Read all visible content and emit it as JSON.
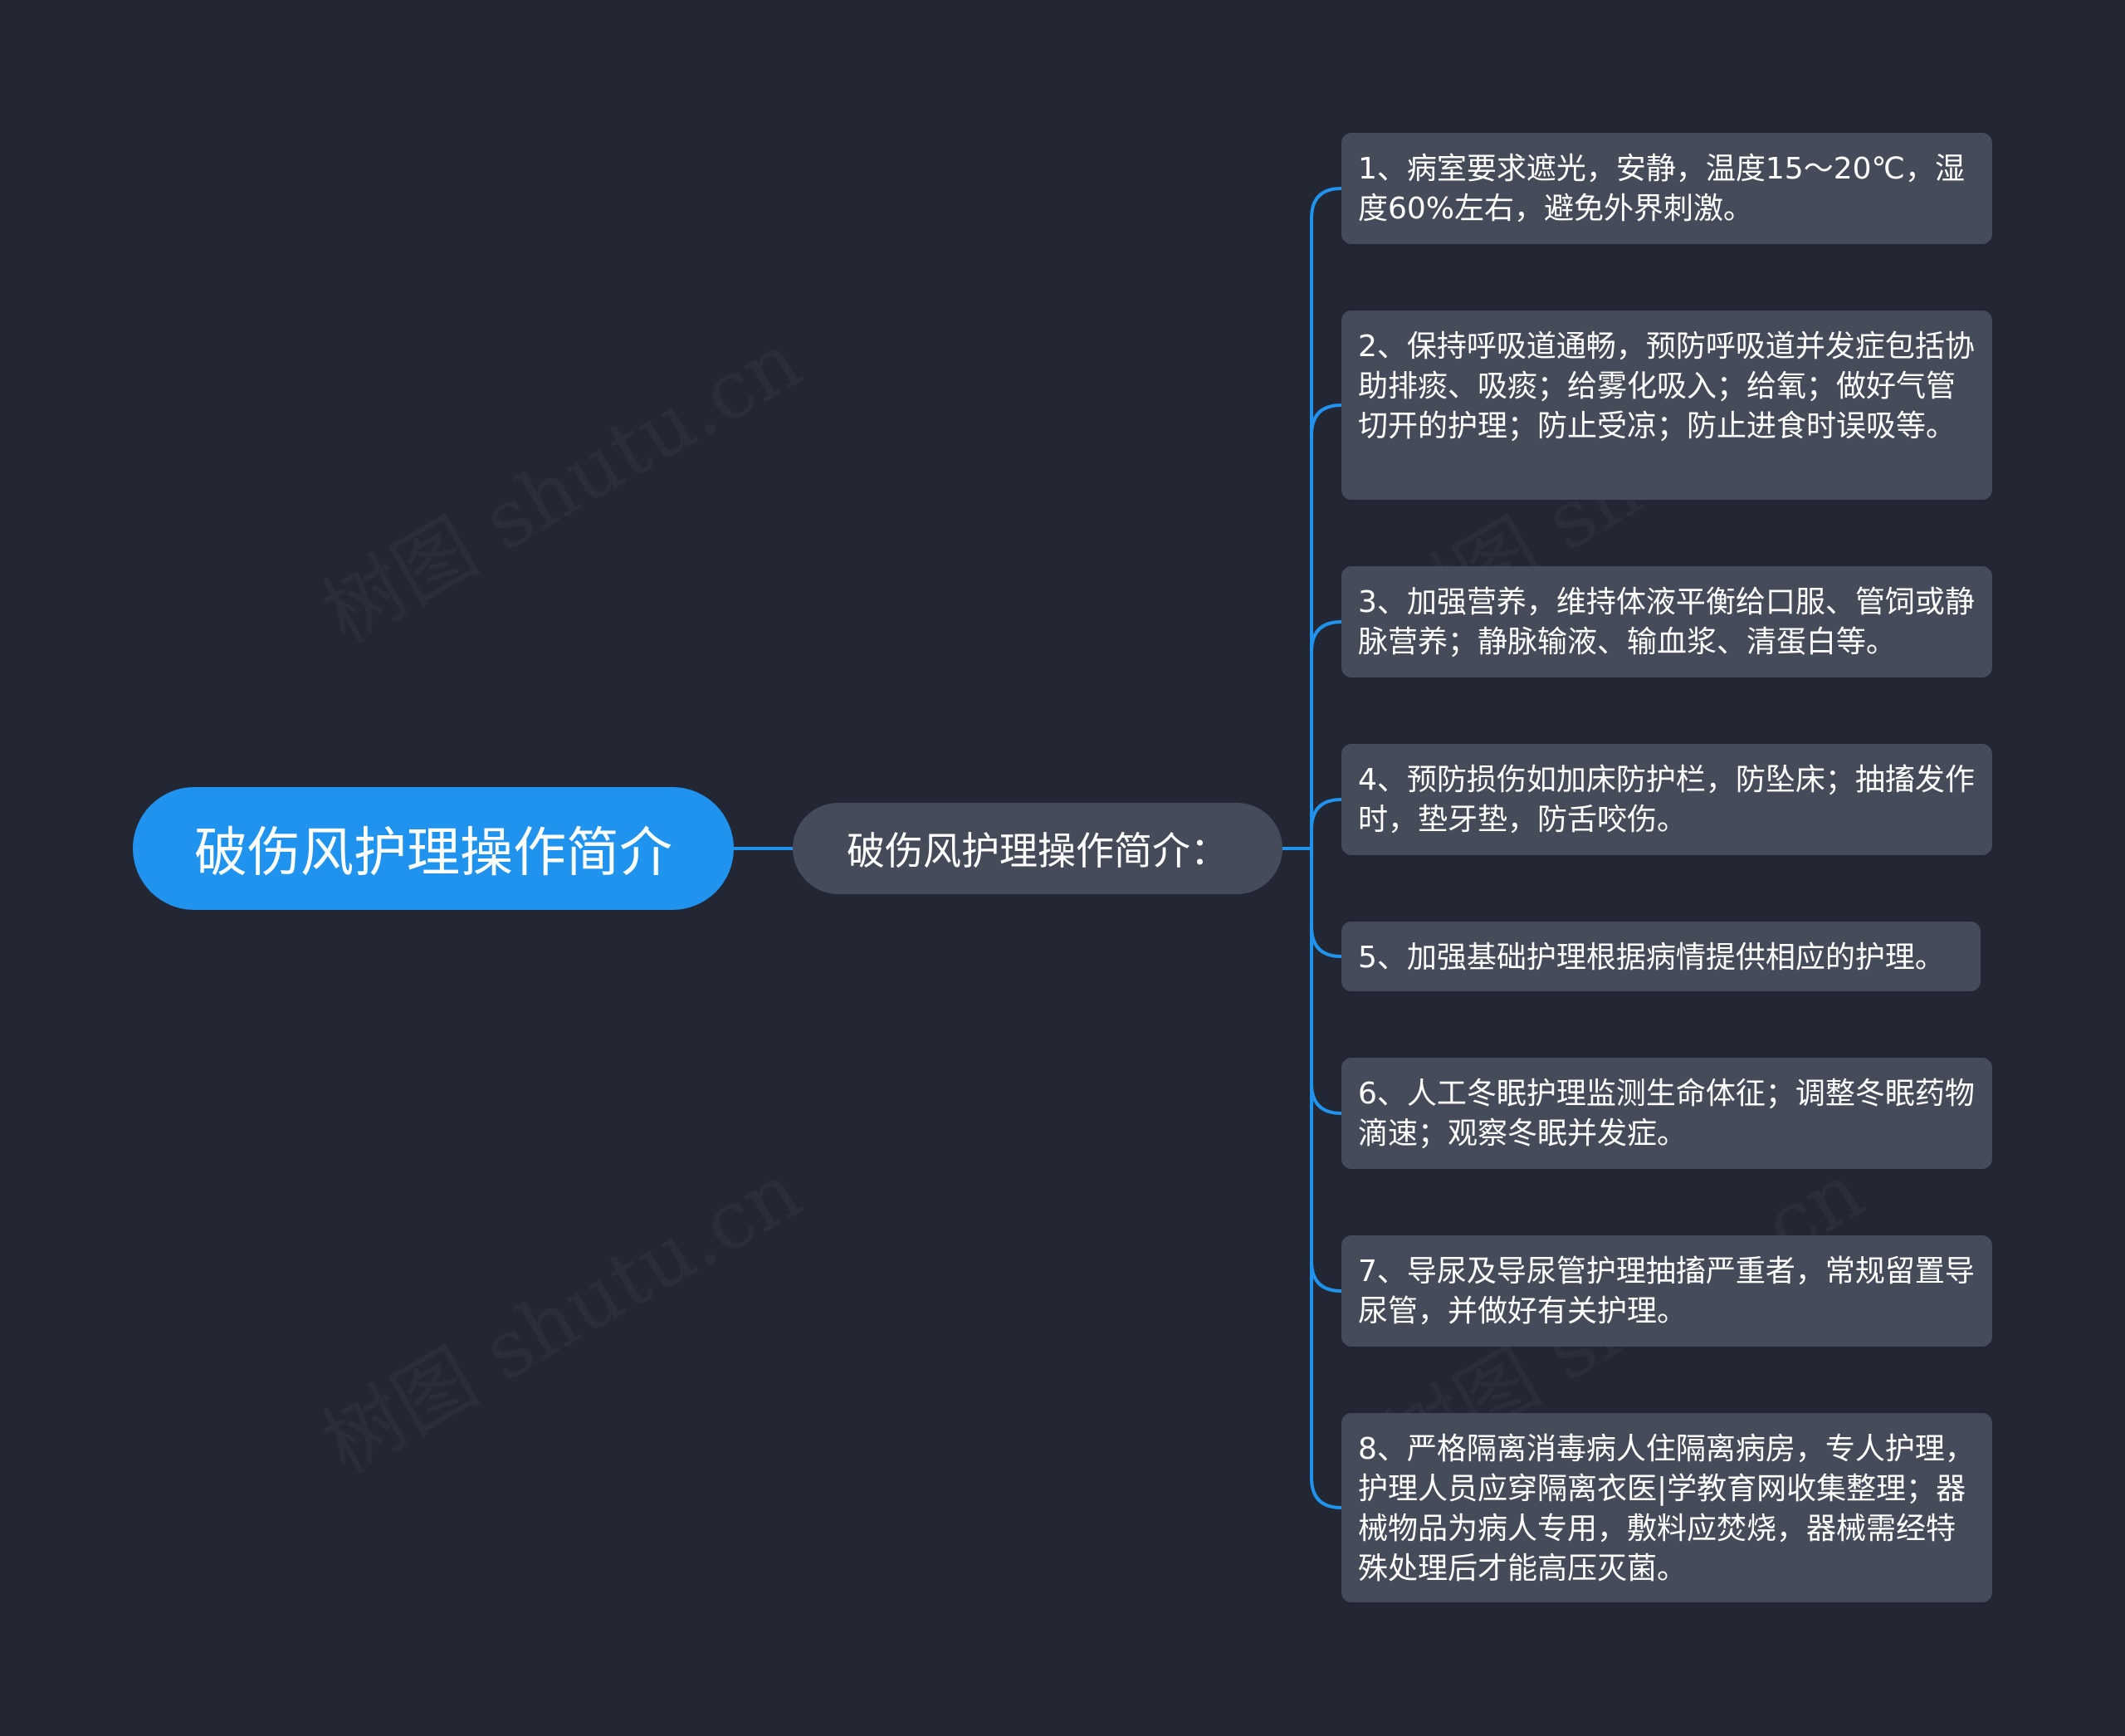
{
  "root": {
    "label": "破伤风护理操作简介"
  },
  "branch": {
    "label": "破伤风护理操作简介："
  },
  "items": [
    "1、病室要求遮光，安静，温度15～20℃，湿度60%左右，避免外界刺激。",
    "2、保持呼吸道通畅，预防呼吸道并发症包括协助排痰、吸痰；给雾化吸入；给氧；做好气管切开的护理；防止受凉；防止进食时误吸等。",
    "3、加强营养，维持体液平衡给口服、管饲或静脉营养；静脉输液、输血浆、清蛋白等。",
    "4、预防损伤如加床防护栏，防坠床；抽搐发作时，垫牙垫，防舌咬伤。",
    "5、加强基础护理根据病情提供相应的护理。",
    "6、人工冬眠护理监测生命体征；调整冬眠药物滴速；观察冬眠并发症。",
    "7、导尿及导尿管护理抽搐严重者，常规留置导尿管，并做好有关护理。",
    "8、严格隔离消毒病人住隔离病房，专人护理，护理人员应穿隔离衣医|学教育网收集整理；器械物品为病人专用，敷料应焚烧，器械需经特殊处理后才能高压灭菌。"
  ],
  "watermark": "树图 shutu.cn",
  "colors": {
    "background": "#222733",
    "root_fill": "#1f93ee",
    "node_fill": "#464b59",
    "connector": "#1f93ee",
    "text": "#ffffff"
  }
}
